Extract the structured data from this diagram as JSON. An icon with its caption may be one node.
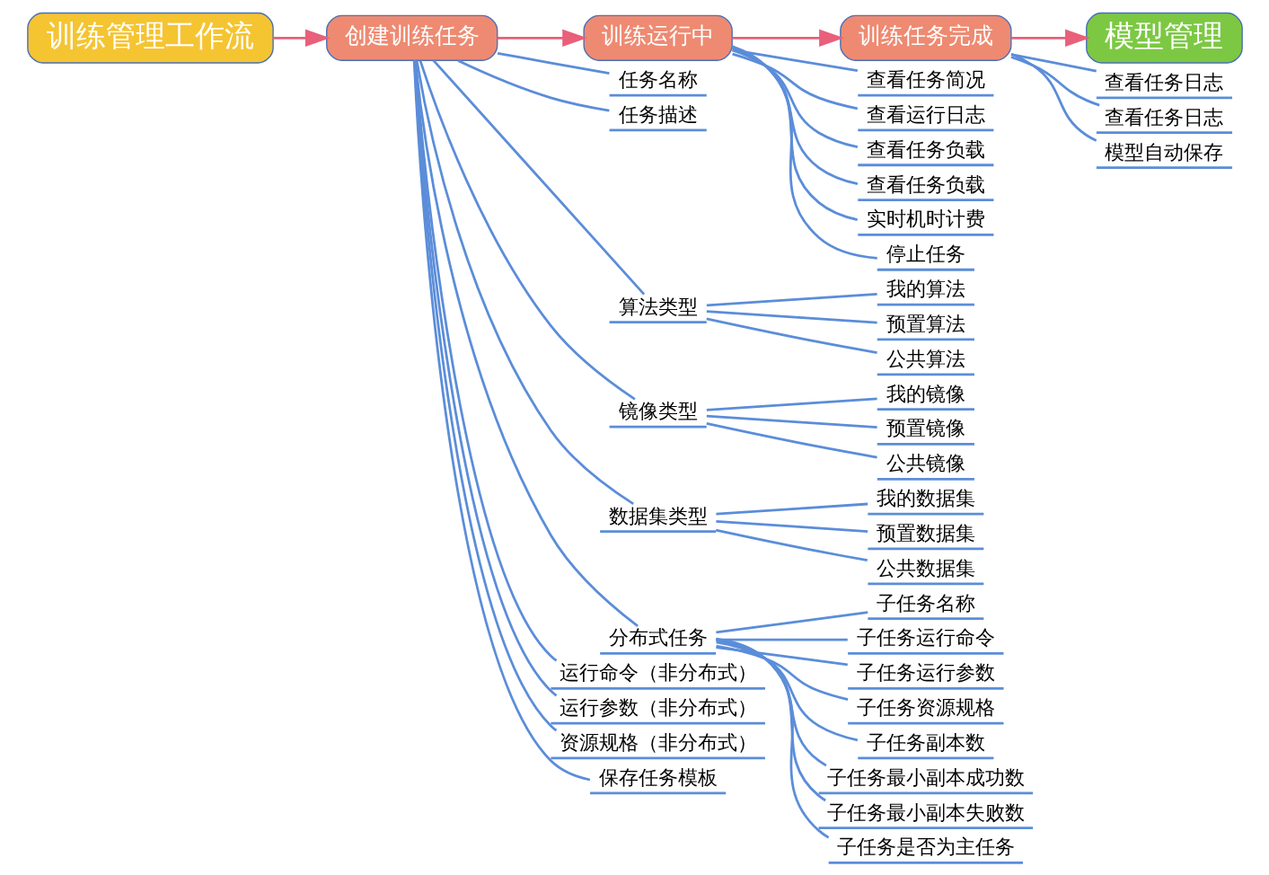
{
  "diagram": {
    "nodes": [
      {
        "text": [
          "训练管理工作流"
        ]
      },
      {
        "text": [
          "创建训练任务"
        ]
      },
      {
        "text": [
          "训练运行中"
        ]
      },
      {
        "text": [
          "训练任务完成"
        ]
      },
      {
        "text": [
          "模型管理"
        ]
      },
      {
        "text": [
          "任务名称"
        ]
      },
      {
        "text": [
          "任务描述"
        ]
      },
      {
        "text": [
          "算法类型"
        ]
      },
      {
        "text": [
          "我的算法"
        ]
      },
      {
        "text": [
          "预置算法"
        ]
      },
      {
        "text": [
          "公共算法"
        ]
      },
      {
        "text": [
          "镜像类型"
        ]
      },
      {
        "text": [
          "我的镜像"
        ]
      },
      {
        "text": [
          "预置镜像"
        ]
      },
      {
        "text": [
          "公共镜像"
        ]
      },
      {
        "text": [
          "数据集类型"
        ]
      },
      {
        "text": [
          "我的数据集"
        ]
      },
      {
        "text": [
          "预置数据集"
        ]
      },
      {
        "text": [
          "公共数据集"
        ]
      },
      {
        "text": [
          "分布式任务"
        ]
      },
      {
        "text": [
          "子任务名称"
        ]
      },
      {
        "text": [
          "子任务运行命令"
        ]
      },
      {
        "text": [
          "子任务运行参数"
        ]
      },
      {
        "text": [
          "子任务资源规格"
        ]
      },
      {
        "text": [
          "子任务副本数"
        ]
      },
      {
        "text": [
          "子任务最小副本成功数"
        ]
      },
      {
        "text": [
          "子任务最小副本失败数"
        ]
      },
      {
        "text": [
          "子任务是否为主任务"
        ]
      },
      {
        "text": [
          "运行命令（非分布式）"
        ]
      },
      {
        "text": [
          "运行参数（非分布式）"
        ]
      },
      {
        "text": [
          "资源规格（非分布式）"
        ]
      },
      {
        "text": [
          "保存任务模板"
        ]
      },
      {
        "text": [
          "查看任务简况"
        ]
      },
      {
        "text": [
          "查看运行日志"
        ]
      },
      {
        "text": [
          "查看任务负载"
        ]
      },
      {
        "text": [
          "查看任务负载"
        ]
      },
      {
        "text": [
          "实时机时计费"
        ]
      },
      {
        "text": [
          "停止任务"
        ]
      },
      {
        "text": [
          "查看任务日志"
        ]
      },
      {
        "text": [
          "查看任务日志"
        ]
      },
      {
        "text": [
          "模型自动保存"
        ]
      }
    ],
    "edges": [
      {
        "from": 0,
        "to": 1,
        "arrow": "to",
        "color": "#e8607a"
      },
      {
        "from": 1,
        "to": 2,
        "arrow": "to",
        "color": "#e8607a"
      },
      {
        "from": 2,
        "to": 3,
        "arrow": "to",
        "color": "#e8607a"
      },
      {
        "from": 3,
        "to": 4,
        "arrow": "to",
        "color": "#e8607a"
      },
      {
        "from": 1,
        "to": 5,
        "arrow": "none"
      },
      {
        "from": 1,
        "to": 6,
        "arrow": "none"
      },
      {
        "from": 1,
        "to": 7,
        "arrow": "none"
      },
      {
        "from": 7,
        "to": 8,
        "arrow": "none"
      },
      {
        "from": 7,
        "to": 9,
        "arrow": "none"
      },
      {
        "from": 7,
        "to": 10,
        "arrow": "none"
      },
      {
        "from": 1,
        "to": 11,
        "arrow": "none"
      },
      {
        "from": 11,
        "to": 12,
        "arrow": "none"
      },
      {
        "from": 11,
        "to": 13,
        "arrow": "none"
      },
      {
        "from": 11,
        "to": 14,
        "arrow": "none"
      },
      {
        "from": 1,
        "to": 15,
        "arrow": "none"
      },
      {
        "from": 15,
        "to": 16,
        "arrow": "none"
      },
      {
        "from": 15,
        "to": 17,
        "arrow": "none"
      },
      {
        "from": 15,
        "to": 18,
        "arrow": "none"
      },
      {
        "from": 1,
        "to": 19,
        "arrow": "none"
      },
      {
        "from": 19,
        "to": 20,
        "arrow": "none"
      },
      {
        "from": 19,
        "to": 21,
        "arrow": "none"
      },
      {
        "from": 19,
        "to": 22,
        "arrow": "none"
      },
      {
        "from": 19,
        "to": 23,
        "arrow": "none"
      },
      {
        "from": 19,
        "to": 24,
        "arrow": "none"
      },
      {
        "from": 19,
        "to": 25,
        "arrow": "none"
      },
      {
        "from": 19,
        "to": 26,
        "arrow": "none"
      },
      {
        "from": 19,
        "to": 27,
        "arrow": "none"
      },
      {
        "from": 1,
        "to": 28,
        "arrow": "none"
      },
      {
        "from": 1,
        "to": 29,
        "arrow": "none"
      },
      {
        "from": 1,
        "to": 30,
        "arrow": "none"
      },
      {
        "from": 1,
        "to": 31,
        "arrow": "none"
      },
      {
        "from": 2,
        "to": 32,
        "arrow": "none"
      },
      {
        "from": 2,
        "to": 33,
        "arrow": "none"
      },
      {
        "from": 2,
        "to": 34,
        "arrow": "none"
      },
      {
        "from": 2,
        "to": 35,
        "arrow": "none"
      },
      {
        "from": 2,
        "to": 36,
        "arrow": "none"
      },
      {
        "from": 2,
        "to": 37,
        "arrow": "none"
      },
      {
        "from": 3,
        "to": 38,
        "arrow": "none"
      },
      {
        "from": 3,
        "to": 39,
        "arrow": "none"
      },
      {
        "from": 3,
        "to": 40,
        "arrow": "none"
      }
    ]
  }
}
